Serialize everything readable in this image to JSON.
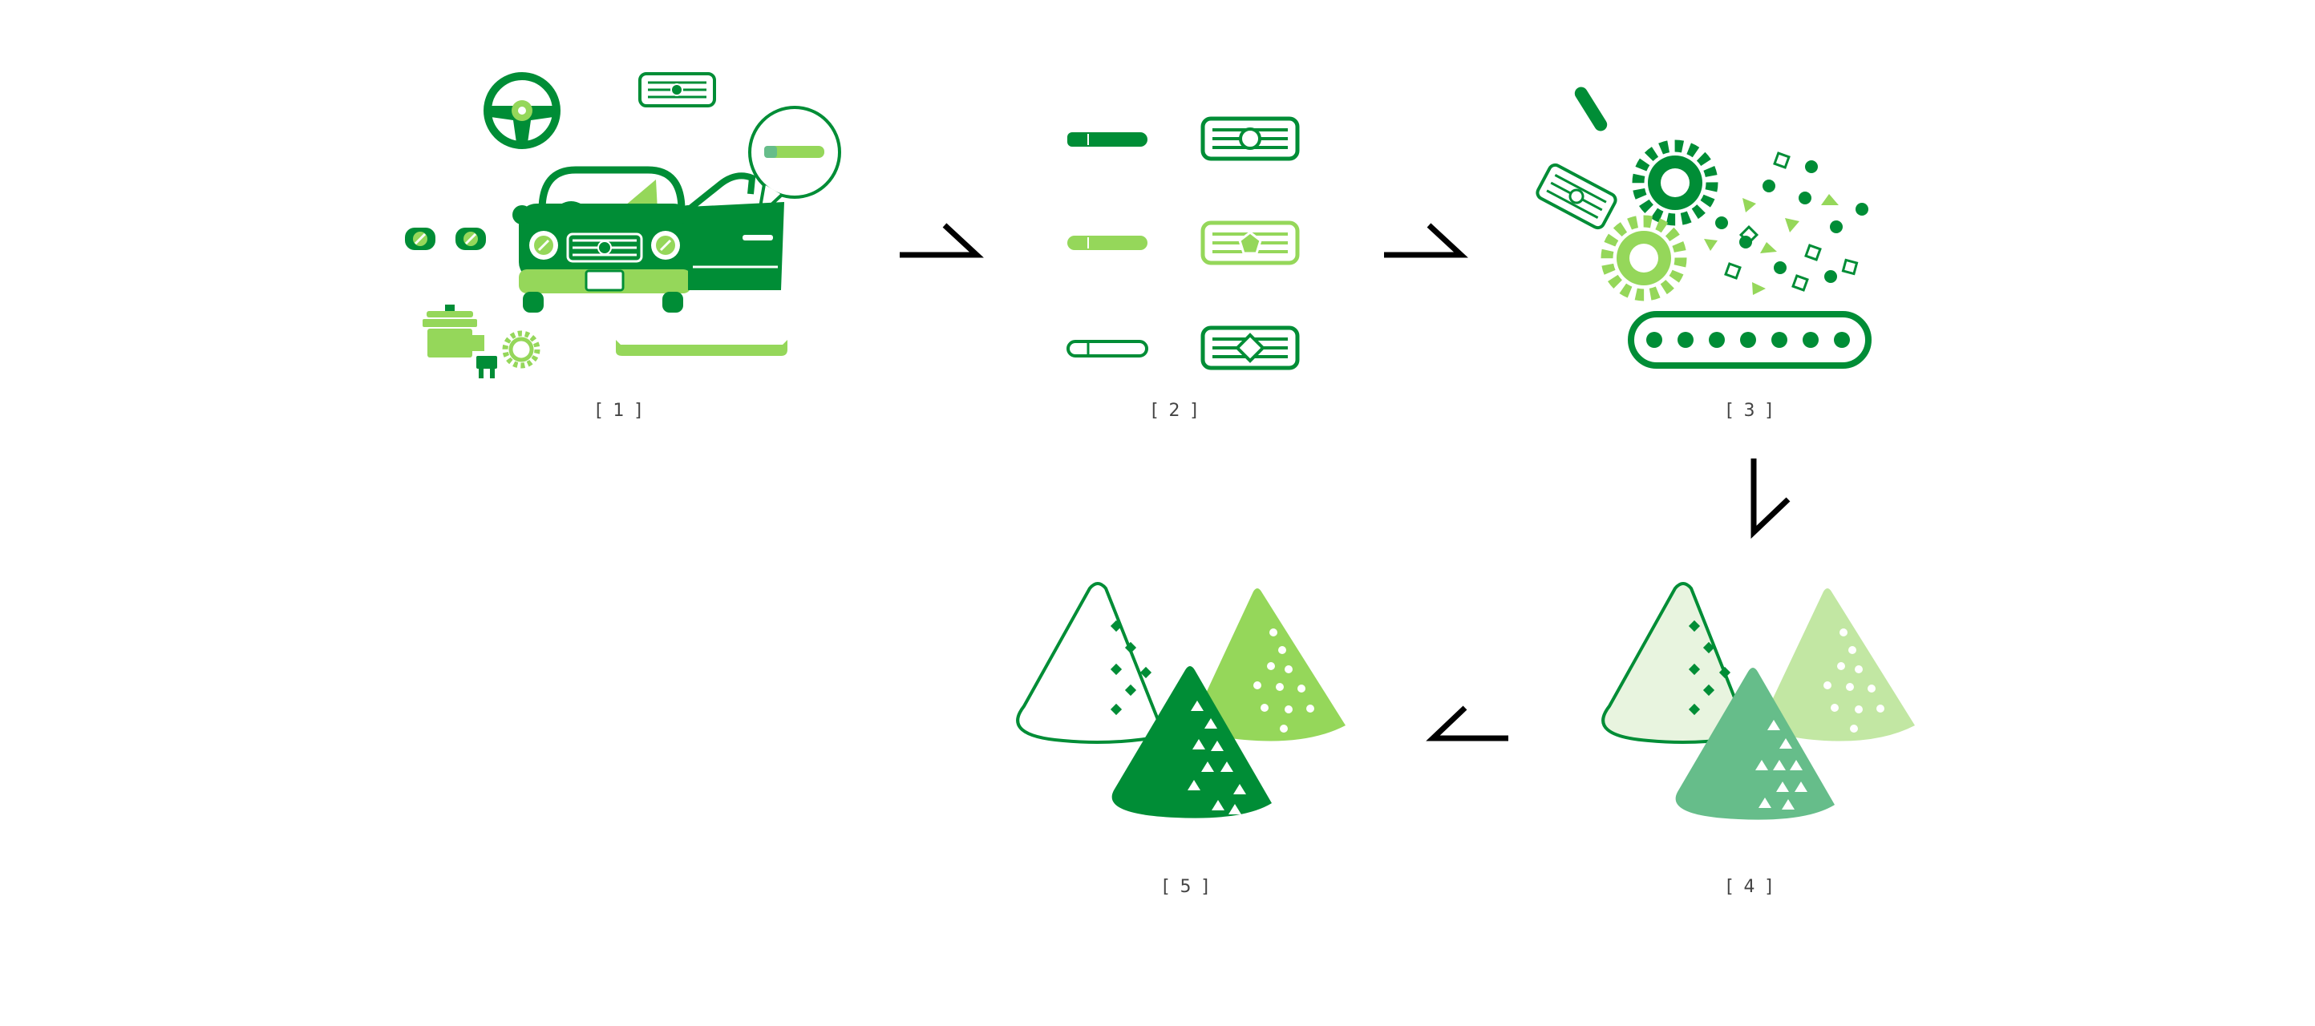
{
  "colors": {
    "dark": "#008d36",
    "light": "#95d75a",
    "mid": "#66bd8a",
    "pale": "#e8f4df",
    "pale_light": "#c2e7a3",
    "arrow": "#000000",
    "label": "#444444"
  },
  "steps": [
    {
      "label": "[ 1 ]",
      "content": "car-and-parts-icons"
    },
    {
      "label": "[ 2 ]",
      "content": "sorted-parts-icons"
    },
    {
      "label": "[ 3 ]",
      "content": "shredding-conveyor-icons"
    },
    {
      "label": "[ 4 ]",
      "content": "material-piles-light-icons"
    },
    {
      "label": "[ 5 ]",
      "content": "material-piles-dark-icons"
    }
  ],
  "arrows": [
    {
      "from": "1",
      "to": "2",
      "direction": "right"
    },
    {
      "from": "2",
      "to": "3",
      "direction": "right"
    },
    {
      "from": "3",
      "to": "4",
      "direction": "down"
    },
    {
      "from": "4",
      "to": "5",
      "direction": "left"
    }
  ]
}
